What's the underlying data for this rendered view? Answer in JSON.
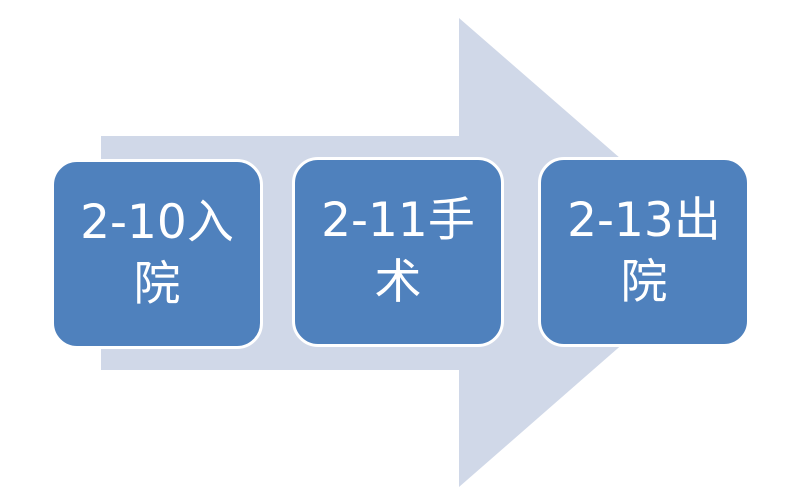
{
  "diagram": {
    "steps": [
      {
        "label": "2-10入院"
      },
      {
        "label": "2-11手术"
      },
      {
        "label": "2-13出院"
      }
    ],
    "colors": {
      "arrow": "#d0d8e8",
      "box": "#4f81bd",
      "box_border": "#ffffff",
      "text": "#ffffff"
    }
  }
}
